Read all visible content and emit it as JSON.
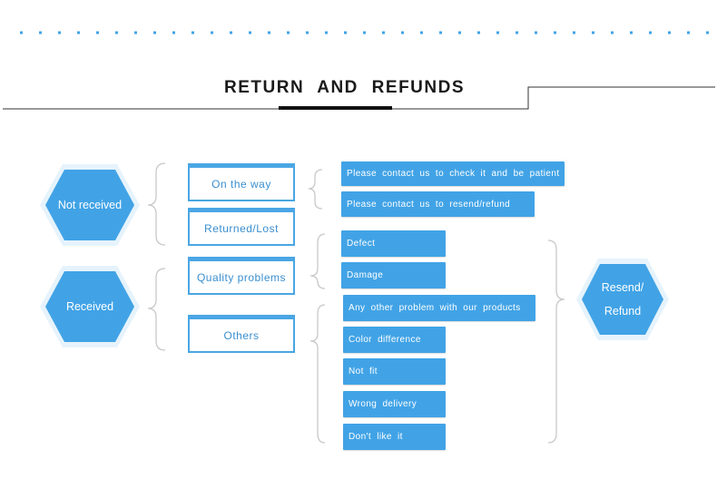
{
  "title": "RETURN AND REFUNDS",
  "colors": {
    "accent": "#41a3e6",
    "border": "#4aa6e4",
    "text": "#3b8fd0",
    "bracket": "#cccccc"
  },
  "hexagons": {
    "not_received": "Not received",
    "received": "Received",
    "resend_line1": "Resend/",
    "resend_line2": "Refund"
  },
  "categories": {
    "on_the_way": "On the way",
    "returned_lost": "Returned/Lost",
    "quality_problems": "Quality problems",
    "others": "Others"
  },
  "actions": {
    "check": "Please contact us to check it and be patient",
    "resend": "Please contact us to resend/refund"
  },
  "quality_items": [
    "Defect",
    "Damage"
  ],
  "other_items": [
    "Any other problem with our products",
    "Color difference",
    "Not fit",
    "Wrong delivery",
    "Don't like it"
  ]
}
